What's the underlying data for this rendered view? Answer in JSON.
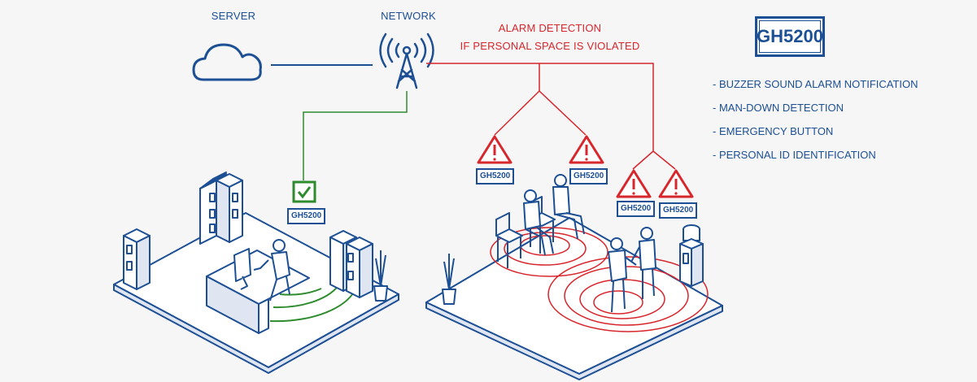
{
  "labels": {
    "server": "SERVER",
    "network": "NETWORK",
    "alarm_line1": "ALARM DETECTION",
    "alarm_line2": "IF PERSONAL SPACE IS VIOLATED"
  },
  "product": {
    "name": "GH5200",
    "features": [
      "- BUZZER SOUND ALARM NOTIFICATION",
      "- MAN-DOWN DETECTION",
      "- EMERGENCY BUTTON",
      "- PERSONAL ID IDENTIFICATION"
    ]
  },
  "device_tags": {
    "office": "GH5200",
    "alert_1": "GH5200",
    "alert_2": "GH5200",
    "alert_3": "GH5200",
    "alert_4": "GH5200"
  },
  "colors": {
    "blue": "#1c4f94",
    "red": "#d7262c",
    "green": "#2e8b2e"
  }
}
